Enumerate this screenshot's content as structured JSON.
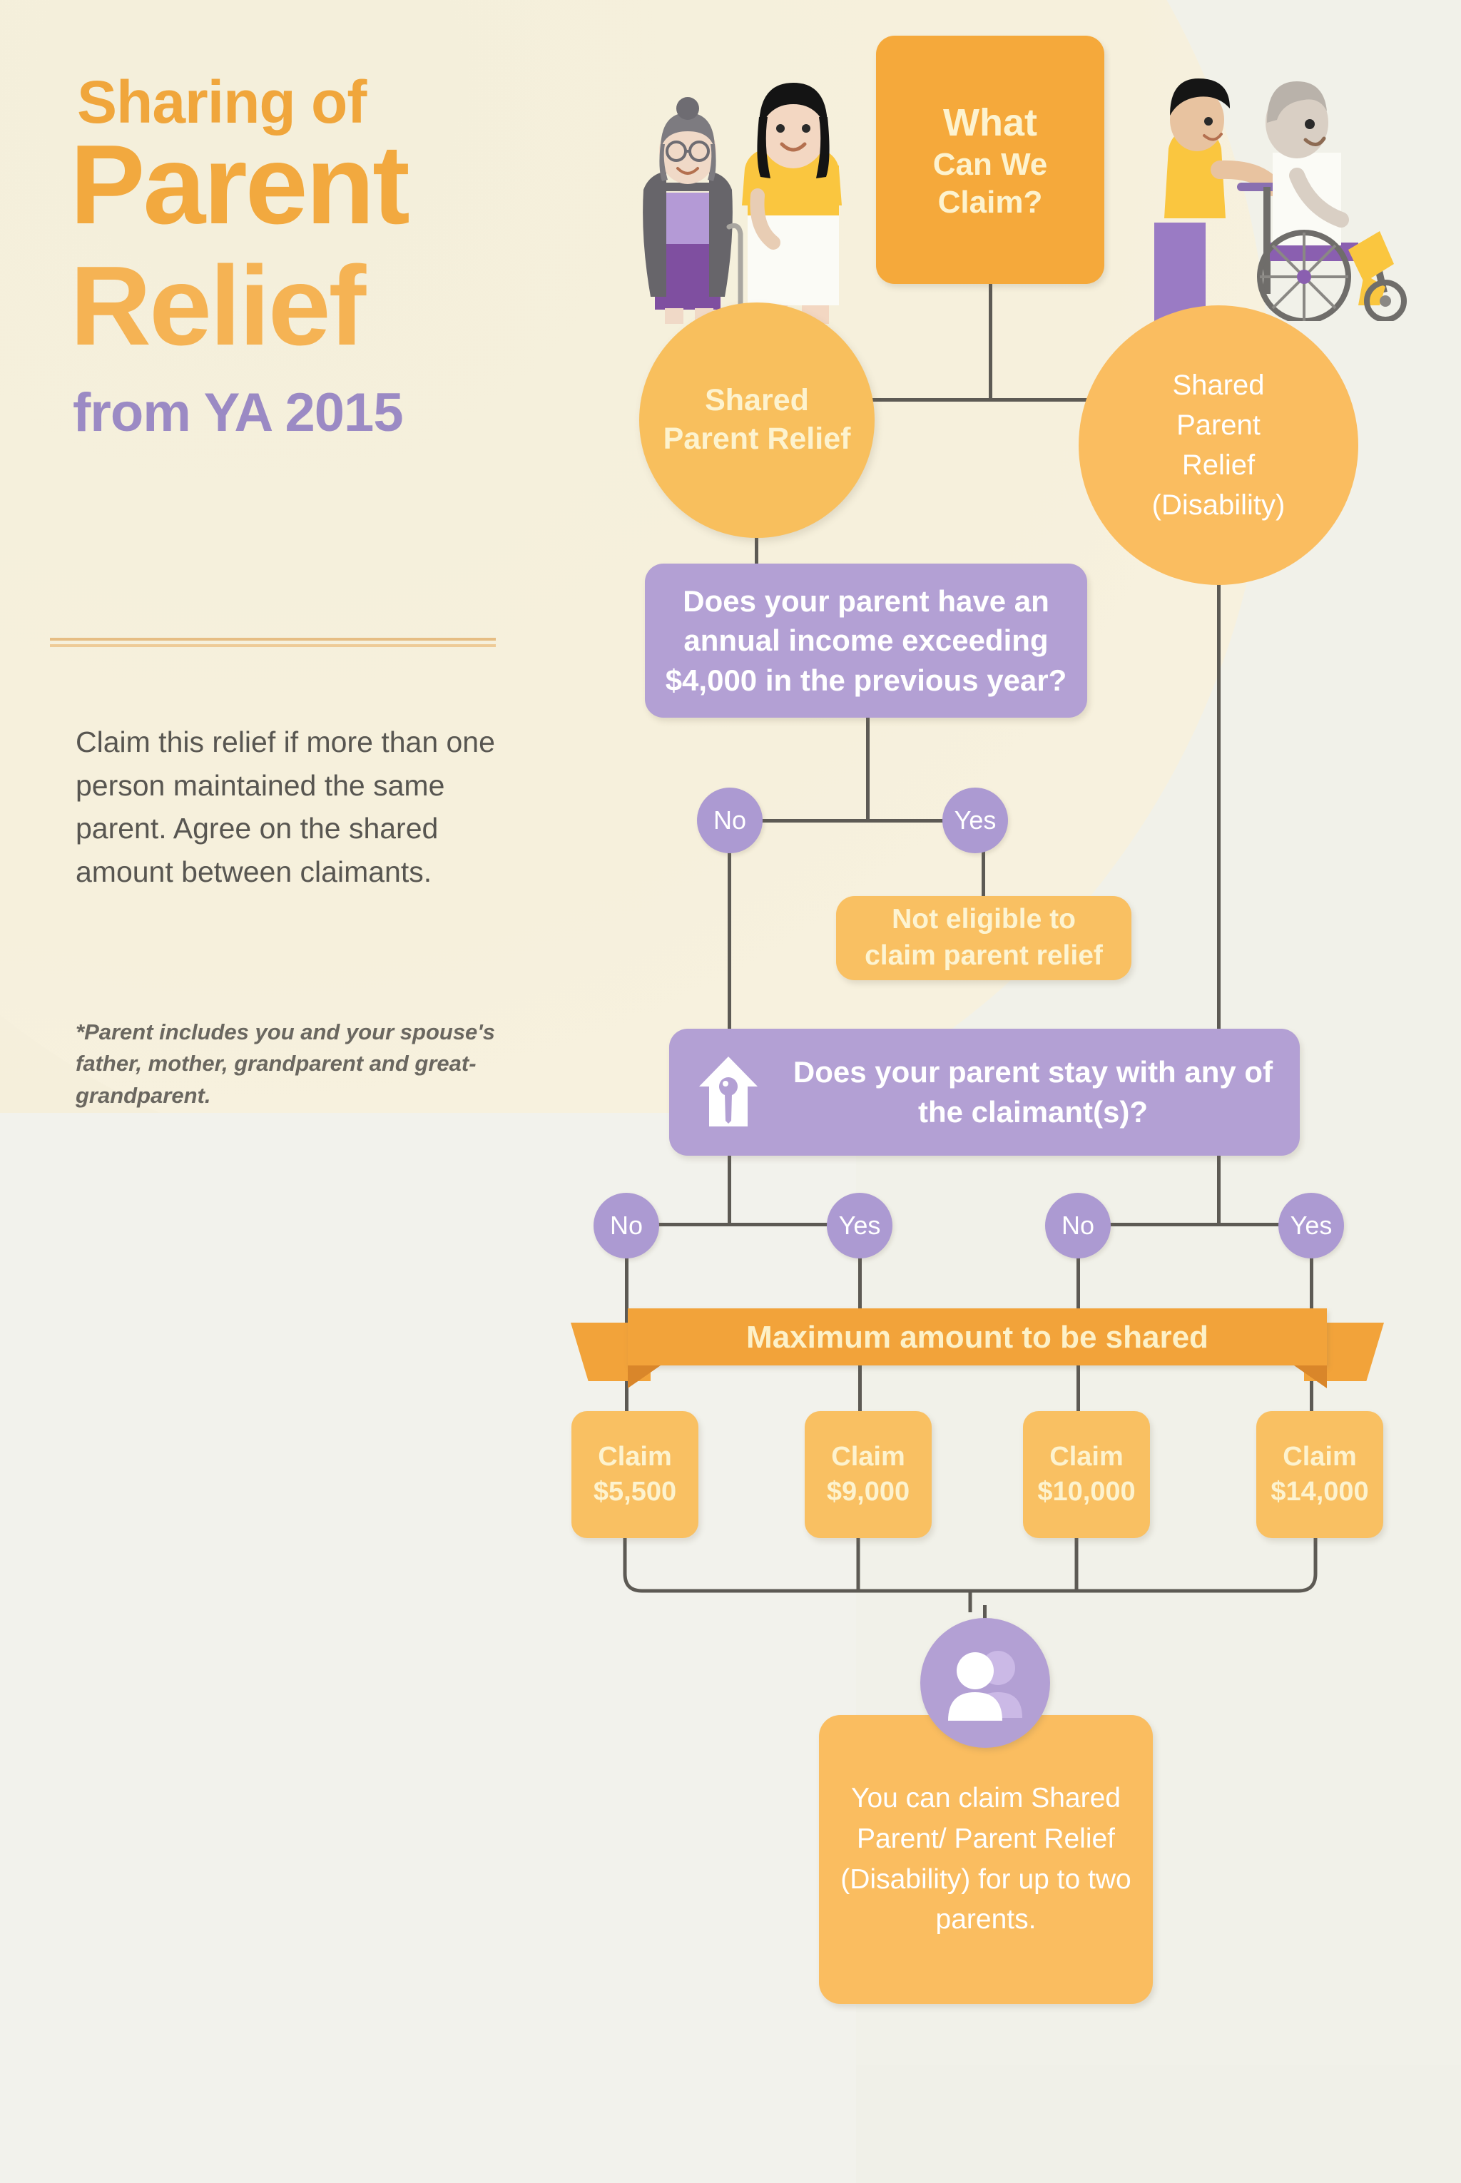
{
  "page": {
    "title_line1": "Sharing of",
    "title_line2": "Parent",
    "title_line3": "Relief",
    "title_line4": "from YA 2015",
    "body_copy": "Claim this relief if more than one person maintained the same parent. Agree on the shared amount between claimants.",
    "footnote": "*Parent includes you and your spouse's father, mother, grandparent and great-grandparent."
  },
  "colors": {
    "orange_dark": "#f2a33a",
    "orange_mid": "#f9c062",
    "orange_light": "#fabd60",
    "purple": "#b3a0d4",
    "purple_pill": "#ac9ad2",
    "heading_orange": "#f2a93f",
    "heading_purple": "#9b8ac4",
    "body_text": "#585651",
    "line": "#5d5a54",
    "cream_bg": "#f5f0dd",
    "page_bg": "#f1f1e9"
  },
  "flow": {
    "root_question": {
      "line1": "What",
      "line2": "Can We",
      "line3": "Claim?"
    },
    "branch_left_label": "Shared\nParent Relief",
    "branch_left_line1": "Shared",
    "branch_left_line2": "Parent Relief",
    "branch_right_line1": "Shared",
    "branch_right_line2": "Parent",
    "branch_right_line3": "Relief",
    "branch_right_line4": "(Disability)",
    "q_income": "Does your parent have an annual income exceeding $4,000 in the previous year?",
    "q_income_answers": {
      "no": "No",
      "yes": "Yes"
    },
    "not_eligible_line1": "Not eligible to",
    "not_eligible_line2": "claim parent relief",
    "q_stay": "Does your parent stay with any of the claimant(s)?",
    "q_stay_icon": "house-key-icon",
    "q_stay_answers_left": {
      "no": "No",
      "yes": "Yes"
    },
    "q_stay_answers_right": {
      "no": "No",
      "yes": "Yes"
    },
    "banner_label": "Maximum amount to be shared",
    "claims": [
      {
        "label": "Claim",
        "amount": "$5,500"
      },
      {
        "label": "Claim",
        "amount": "$9,000"
      },
      {
        "label": "Claim",
        "amount": "$10,000"
      },
      {
        "label": "Claim",
        "amount": "$14,000"
      }
    ],
    "conclusion": "You can claim Shared Parent/ Parent Relief (Disability) for up to two parents.",
    "conclusion_icon": "two-people-icon"
  },
  "illustrations": {
    "left": "elderly-woman-with-cane-and-daughter-illustration",
    "right": "man-pushing-elderly-man-in-wheelchair-illustration"
  }
}
